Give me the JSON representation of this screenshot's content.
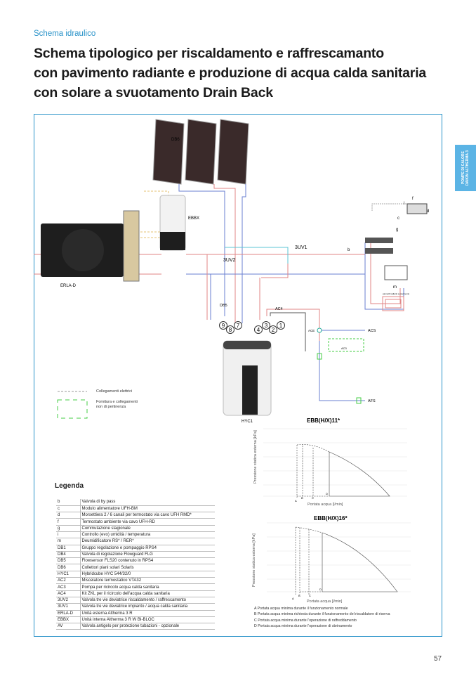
{
  "header": {
    "section": "Schema idraulico",
    "title_lines": [
      "Schema tipologico per riscaldamento e raffrescamanto",
      "con pavimento radiante e produzione di acqua calda sanitaria",
      "con solare a svuotamento Drain Back"
    ]
  },
  "side_tab": {
    "lines": [
      "POMPE DI CALORE",
      "DAIKIN ALTHERMA 3"
    ],
    "color": "#5bb4e5"
  },
  "diagram": {
    "labels": {
      "db6": "DB6",
      "ebbx": "EBBX",
      "erla": "ERLA-D",
      "uv1": "3UV1",
      "uv2": "3UV2",
      "db5": "DB5",
      "ac4": "AC4",
      "ace": "ACE",
      "acs": "ACS",
      "ac3": "AC3",
      "afs": "AFS",
      "hyc1": "HYC1",
      "b": "b",
      "c": "c",
      "d": "d",
      "f": "f",
      "g": "g",
      "i": "i",
      "m": "m",
      "floor": "pannelli radianti a pavimento"
    },
    "connections": [
      "9",
      "8",
      "7",
      "4",
      "3",
      "2",
      "1"
    ],
    "legend_electric": "Collegamenti elettrici",
    "legend_supply": "Fornitura e collegamenti non di pertinenza"
  },
  "charts": [
    {
      "title": "EBB(H/X)11*",
      "ylabel": "Pressione statica esterna [kPa]",
      "xlabel": "Portata acqua [l/min]"
    },
    {
      "title": "EBB(H/X)16*",
      "ylabel": "Pressione statica esterna [kPa]",
      "xlabel": "Portata acqua [l/min]"
    }
  ],
  "chart_markers": [
    "A",
    "B",
    "C",
    "D"
  ],
  "chart_notes": [
    "A  Portata acqua minima durante il funzionamento normale",
    "B  Portata acqua minima richiesta durante il funzionamento del riscaldatore di riserva",
    "C  Portata acqua minima durante l'operazione di raffreddamento",
    "D  Portata acqua minima durante l'operazione di sbrinamento"
  ],
  "legend": {
    "title": "Legenda",
    "rows": [
      [
        "b",
        "Valvola di by pass"
      ],
      [
        "c",
        "Modulo alimentatore UFH-BM"
      ],
      [
        "d",
        "Morsettiera 2 / 6 canali per termostato via cavo UFH RMD*"
      ],
      [
        "f",
        "Termostato ambiente via cavo UFH-RD"
      ],
      [
        "g",
        "Commutazione stagionale"
      ],
      [
        "i",
        "Controllo (evo) umidità / temperatura"
      ],
      [
        "m",
        "Deumidificatore RS* / RER*"
      ],
      [
        "DB1",
        "Gruppo regolazione e pompaggio RPS4"
      ],
      [
        "DB4",
        "Valvola di regolazione Flowguard FLG"
      ],
      [
        "DB5",
        "Flowsensor FLS20 contenuto in RPS4"
      ],
      [
        "DB6",
        "Collettori piani solari Solaris"
      ],
      [
        "HYC1",
        "Hybridcube HYC 544/32/0"
      ],
      [
        "AC2",
        "Miscelatore termostatico VTA32"
      ],
      [
        "AC3",
        "Pompa per ricircolo acqua calda sanitaria"
      ],
      [
        "AC4",
        "Kit ZKL per il ricircolo dell'acqua calda sanitaria"
      ],
      [
        "3UV2",
        "Valvola tre vie deviatrice riscaldamento /  raffrescamento"
      ],
      [
        "3UV1",
        "Valvola tre vie deviatrice impianto /  acqua calda sanitaria"
      ],
      [
        "ERLA-D",
        "Unità esterna Altherma 3 R"
      ],
      [
        "EBBX",
        "Unità interna Altherma 3 R W BI-BLOC"
      ],
      [
        "AV",
        "Valvola antigelo per protezione tubazioni - opzionale"
      ]
    ]
  },
  "page_number": "57"
}
